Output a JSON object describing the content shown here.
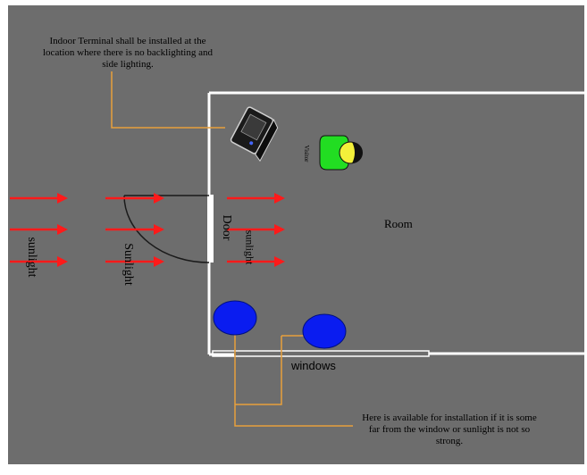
{
  "notes": {
    "top": "Indoor Terminal shall be installed at the location where there is no backlighting and side lighting.",
    "bottom": "Here is available for installation if it is some far from the window or sunlight is not so strong."
  },
  "labels": {
    "sunlight_outside": "sunlight",
    "sunlight_middle": "Sunlight",
    "sunlight_inside": "sunlight",
    "door": "Door",
    "room": "Room",
    "windows": "windows",
    "person": "Visitor"
  },
  "colors": {
    "background": "#6d6d6d",
    "frame": "#ffffff",
    "wall": "#ffffff",
    "arrow": "#ff1a1a",
    "leader": "#e8a03c",
    "spot": "#0a1cf0",
    "person_body": "#22dd22",
    "person_head": "#f3f03a",
    "terminal": "#1a1a1a"
  },
  "icons": {
    "terminal": "face-recognition-terminal-icon",
    "person": "person-icon",
    "spot": "install-spot-marker"
  }
}
